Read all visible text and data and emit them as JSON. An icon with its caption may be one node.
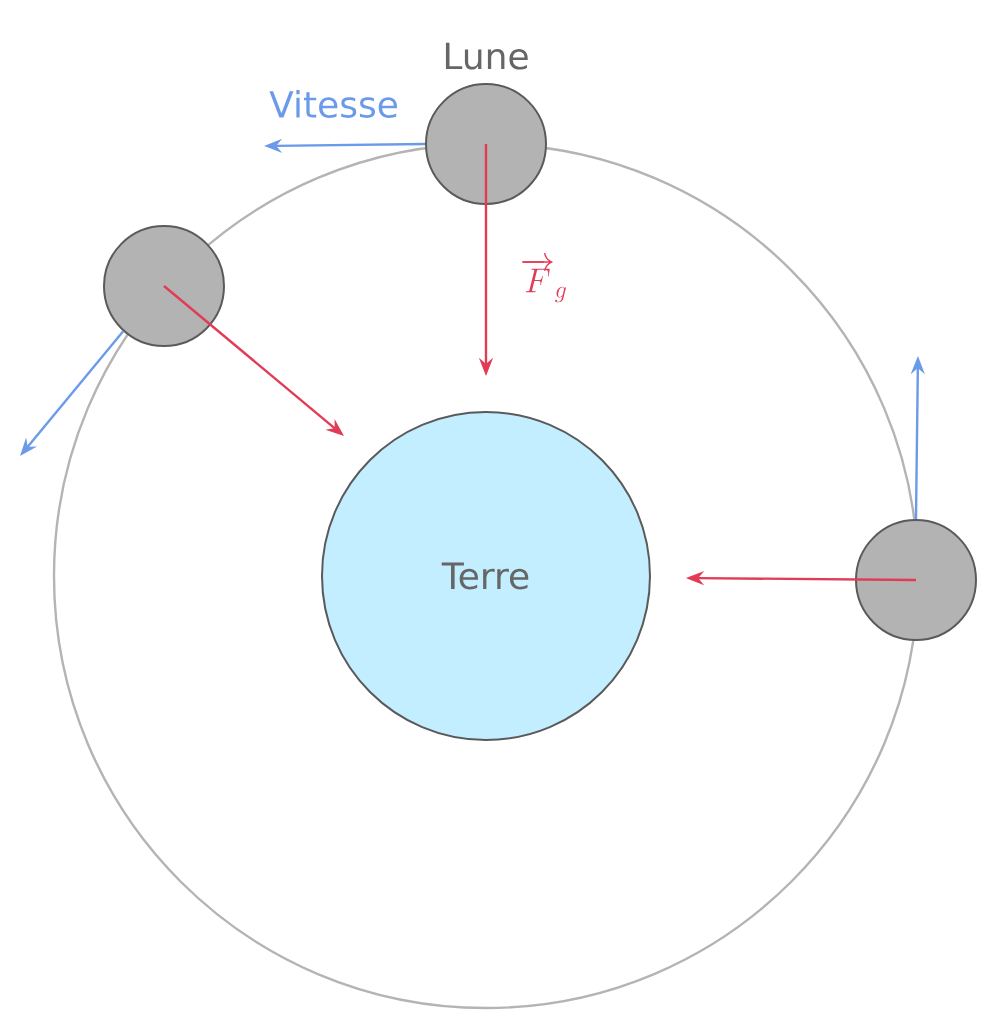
{
  "diagram": {
    "nodes": [
      {
        "text": [
          "Terre"
        ]
      },
      {
        "text": [
          "Lune"
        ]
      },
      {
        "text": [],
        "shape": "circle"
      },
      {
        "text": [],
        "shape": "circle"
      }
    ],
    "edges": [
      {
        "from": 1,
        "to": null,
        "arrow": "to",
        "label": "\\overrightarrow{F}_g",
        "color": "#e23b55"
      },
      {
        "from": 1,
        "to": null,
        "arrow": "to",
        "label": "Vitesse",
        "color": "#6b9be8"
      },
      {
        "from": 2,
        "to": null,
        "arrow": "to",
        "color": "#e23b55"
      },
      {
        "from": 2,
        "to": null,
        "arrow": "to",
        "color": "#6b9be8"
      },
      {
        "from": 3,
        "to": null,
        "arrow": "to",
        "color": "#e23b55"
      },
      {
        "from": 3,
        "to": null,
        "arrow": "to",
        "color": "#6b9be8"
      }
    ]
  }
}
